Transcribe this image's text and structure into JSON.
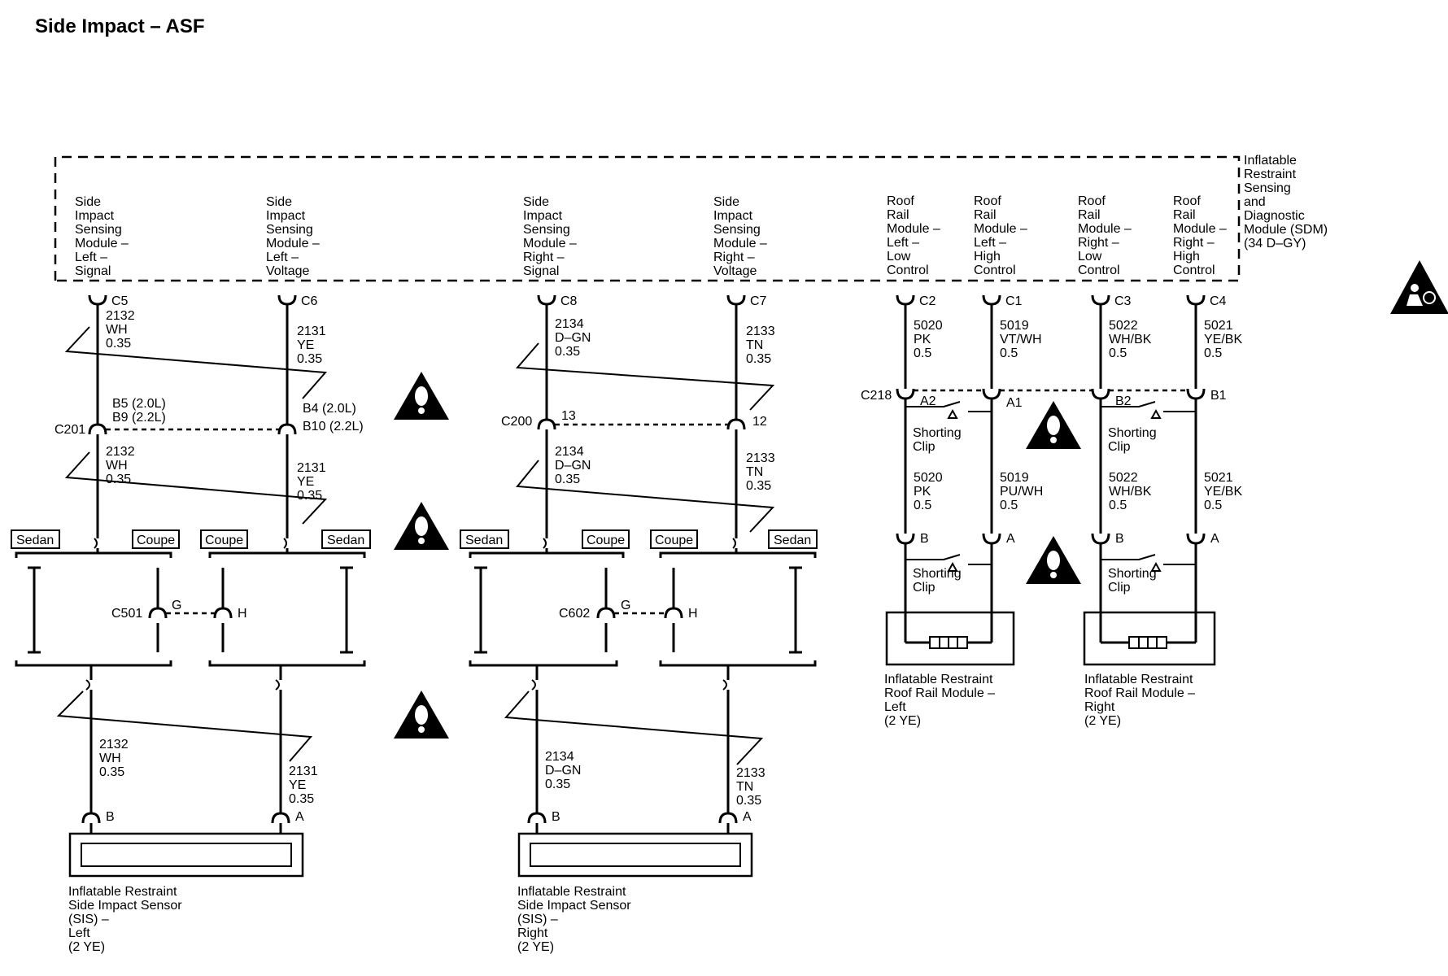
{
  "title": "Side Impact – ASF",
  "sdm": {
    "lines": [
      "Inflatable",
      "Restraint",
      "Sensing",
      "and",
      "Diagnostic",
      "Module (SDM)",
      "(34 D–GY)"
    ]
  },
  "pins": [
    {
      "lines": [
        "Side",
        "Impact",
        "Sensing",
        "Module –",
        "Left –",
        "Signal"
      ]
    },
    {
      "lines": [
        "Side",
        "Impact",
        "Sensing",
        "Module –",
        "Left –",
        "Voltage"
      ]
    },
    {
      "lines": [
        "Side",
        "Impact",
        "Sensing",
        "Module –",
        "Right –",
        "Signal"
      ]
    },
    {
      "lines": [
        "Side",
        "Impact",
        "Sensing",
        "Module –",
        "Right –",
        "Voltage"
      ]
    },
    {
      "lines": [
        "Roof",
        "Rail",
        "Module –",
        "Left –",
        "Low",
        "Control"
      ]
    },
    {
      "lines": [
        "Roof",
        "Rail",
        "Module –",
        "Left –",
        "High",
        "Control"
      ]
    },
    {
      "lines": [
        "Roof",
        "Rail",
        "Module –",
        "Right –",
        "Low",
        "Control"
      ]
    },
    {
      "lines": [
        "Roof",
        "Rail",
        "Module –",
        "Right –",
        "High",
        "Control"
      ]
    }
  ],
  "sdm_connectors": [
    "C5",
    "C6",
    "C8",
    "C7",
    "C2",
    "C1",
    "C3",
    "C4"
  ],
  "wires_top": [
    [
      "2132",
      "WH",
      "0.35"
    ],
    [
      "2131",
      "YE",
      "0.35"
    ],
    [
      "2134",
      "D–GN",
      "0.35"
    ],
    [
      "2133",
      "TN",
      "0.35"
    ],
    [
      "5020",
      "PK",
      "0.5"
    ],
    [
      "5019",
      "VT/WH",
      "0.5"
    ],
    [
      "5022",
      "WH/BK",
      "0.5"
    ],
    [
      "5021",
      "YE/BK",
      "0.5"
    ]
  ],
  "wires_mid": [
    [
      "2132",
      "WH",
      "0.35"
    ],
    [
      "2131",
      "YE",
      "0.35"
    ],
    [
      "2134",
      "D–GN",
      "0.35"
    ],
    [
      "2133",
      "TN",
      "0.35"
    ],
    [
      "5020",
      "PK",
      "0.5"
    ],
    [
      "5019",
      "PU/WH",
      "0.5"
    ],
    [
      "5022",
      "WH/BK",
      "0.5"
    ],
    [
      "5021",
      "YE/BK",
      "0.5"
    ]
  ],
  "wires_bottom": [
    [
      "2132",
      "WH",
      "0.35"
    ],
    [
      "2131",
      "YE",
      "0.35"
    ],
    [
      "2134",
      "D–GN",
      "0.35"
    ],
    [
      "2133",
      "TN",
      "0.35"
    ]
  ],
  "c201": {
    "name": "C201",
    "left_pins": [
      "B5 (2.0L)",
      "B9 (2.2L)"
    ],
    "right_pins": [
      "B4 (2.0L)",
      "B10 (2.2L)"
    ]
  },
  "c200": {
    "name": "C200",
    "pin_left": "13",
    "pin_right": "12"
  },
  "c218": {
    "name": "C218",
    "pins": [
      "A2",
      "A1",
      "B2",
      "B1"
    ]
  },
  "c501": {
    "name": "C501",
    "pin_left": "G",
    "pin_right": "H"
  },
  "c602": {
    "name": "C602",
    "pin_left": "G",
    "pin_right": "H"
  },
  "body_tags": [
    "Sedan",
    "Coupe",
    "Coupe",
    "Sedan",
    "Sedan",
    "Coupe",
    "Coupe",
    "Sedan"
  ],
  "shorting_clip": [
    "Shorting",
    "Clip"
  ],
  "roof_module_pins": [
    "B",
    "A",
    "B",
    "A"
  ],
  "sensor_pins": [
    "B",
    "A",
    "B",
    "A"
  ],
  "roof_left": {
    "lines": [
      "Inflatable Restraint",
      "Roof Rail Module –",
      "Left",
      "(2 YE)"
    ]
  },
  "roof_right": {
    "lines": [
      "Inflatable Restraint",
      "Roof Rail Module –",
      "Right",
      "(2 YE)"
    ]
  },
  "sis_left": {
    "lines": [
      "Inflatable Restraint",
      "Side Impact Sensor",
      "(SIS) –",
      "Left",
      "(2 YE)"
    ]
  },
  "sis_right": {
    "lines": [
      "Inflatable Restraint",
      "Side Impact Sensor",
      "(SIS) –",
      "Right",
      "(2 YE)"
    ]
  },
  "warning_icon": "warning-triangle-icon",
  "airbag_icon": "airbag-symbol-icon"
}
